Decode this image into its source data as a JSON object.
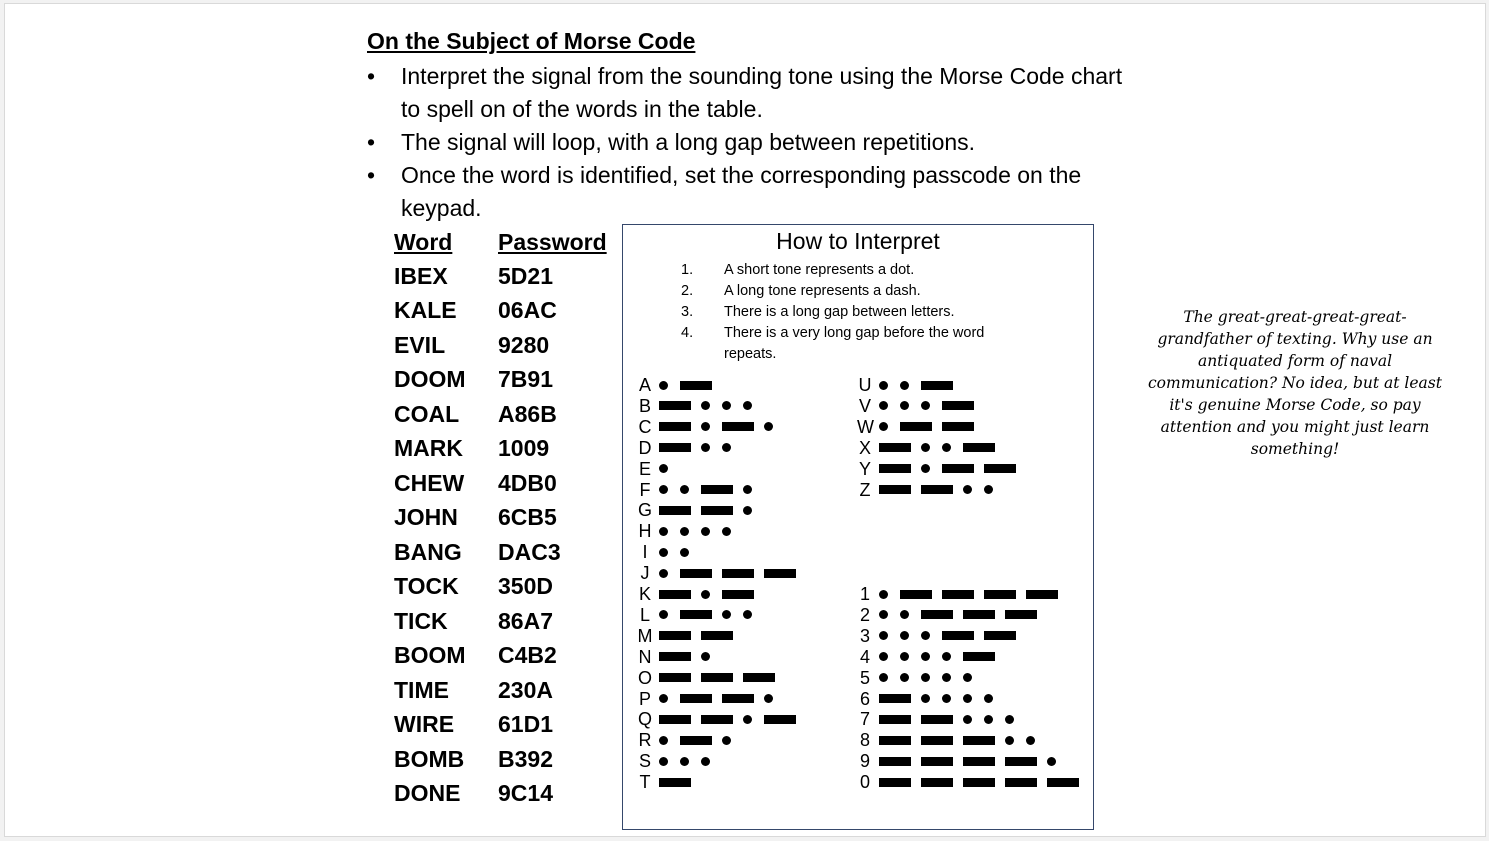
{
  "heading": "On the Subject of Morse Code",
  "bullets": [
    "Interpret the signal from the sounding tone using the Morse Code chart to spell on of the words in the table.",
    "The signal will loop, with a long gap between repetitions.",
    "Once the word is identified, set the corresponding passcode on the keypad."
  ],
  "table": {
    "headers": [
      "Word",
      "Password"
    ],
    "rows": [
      [
        "IBEX",
        "5D21"
      ],
      [
        "KALE",
        "06AC"
      ],
      [
        "EVIL",
        "9280"
      ],
      [
        "DOOM",
        "7B91"
      ],
      [
        "COAL",
        "A86B"
      ],
      [
        "MARK",
        "1009"
      ],
      [
        "CHEW",
        "4DB0"
      ],
      [
        "JOHN",
        "6CB5"
      ],
      [
        "BANG",
        "DAC3"
      ],
      [
        "TOCK",
        "350D"
      ],
      [
        "TICK",
        "86A7"
      ],
      [
        "BOOM",
        "C4B2"
      ],
      [
        "TIME",
        "230A"
      ],
      [
        "WIRE",
        "61D1"
      ],
      [
        "BOMB",
        "B392"
      ],
      [
        "DONE",
        "9C14"
      ]
    ]
  },
  "chart": {
    "title": "How to Interpret",
    "rules": [
      {
        "num": "1.",
        "text": "A short tone represents a dot."
      },
      {
        "num": "2.",
        "text": "A long tone represents a dash."
      },
      {
        "num": "3.",
        "text": "There is a long gap between letters."
      },
      {
        "num": "4.",
        "text": "There is a very long gap before the word repeats."
      }
    ],
    "codes": [
      {
        "ch": "A",
        "code": ".-"
      },
      {
        "ch": "B",
        "code": "-..."
      },
      {
        "ch": "C",
        "code": "-.-."
      },
      {
        "ch": "D",
        "code": "-.."
      },
      {
        "ch": "E",
        "code": "."
      },
      {
        "ch": "F",
        "code": "..-."
      },
      {
        "ch": "G",
        "code": "--."
      },
      {
        "ch": "H",
        "code": "...."
      },
      {
        "ch": "I",
        "code": ".."
      },
      {
        "ch": "J",
        "code": ".---"
      },
      {
        "ch": "K",
        "code": "-.-"
      },
      {
        "ch": "L",
        "code": ".-.."
      },
      {
        "ch": "M",
        "code": "--"
      },
      {
        "ch": "N",
        "code": "-."
      },
      {
        "ch": "O",
        "code": "---"
      },
      {
        "ch": "P",
        "code": ".--."
      },
      {
        "ch": "Q",
        "code": "--.-"
      },
      {
        "ch": "R",
        "code": ".-."
      },
      {
        "ch": "S",
        "code": "..."
      },
      {
        "ch": "T",
        "code": "-"
      },
      {
        "ch": "U",
        "code": "..-"
      },
      {
        "ch": "V",
        "code": "...-"
      },
      {
        "ch": "W",
        "code": ".--"
      },
      {
        "ch": "X",
        "code": "-..-"
      },
      {
        "ch": "Y",
        "code": "-.--"
      },
      {
        "ch": "Z",
        "code": "--.."
      },
      {
        "ch": "1",
        "code": ".----"
      },
      {
        "ch": "2",
        "code": "..---"
      },
      {
        "ch": "3",
        "code": "...--"
      },
      {
        "ch": "4",
        "code": "....-"
      },
      {
        "ch": "5",
        "code": "....."
      },
      {
        "ch": "6",
        "code": "-...."
      },
      {
        "ch": "7",
        "code": "--..."
      },
      {
        "ch": "8",
        "code": "---.."
      },
      {
        "ch": "9",
        "code": "----."
      },
      {
        "ch": "0",
        "code": "-----"
      }
    ]
  },
  "note": "The great-great-great-great-grandfather of texting. Why use an antiquated form of naval communication? No idea, but at least it's genuine Morse Code, so pay attention and you might just learn something!"
}
